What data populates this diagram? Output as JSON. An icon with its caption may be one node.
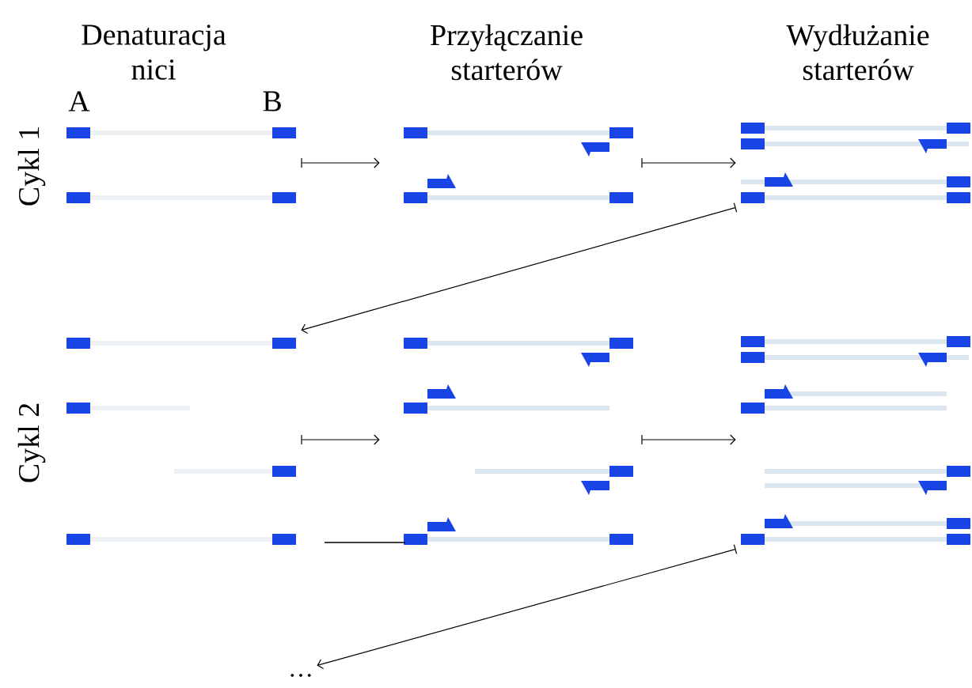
{
  "diagram": {
    "nodes": [
      {
        "text": [],
        "shape": "picture"
      },
      {
        "text": [],
        "shape": "picture"
      },
      {
        "text": [],
        "shape": "picture"
      },
      {
        "text": [],
        "shape": "picture"
      },
      {
        "text": [],
        "shape": "picture"
      },
      {
        "text": [],
        "shape": "picture"
      },
      {
        "text": [
          "…"
        ]
      }
    ],
    "edges": [
      {
        "from": 0,
        "to": 1,
        "arrow": "to"
      },
      {
        "from": 1,
        "to": 2,
        "arrow": "to"
      },
      {
        "from": 2,
        "to": 3,
        "arrow": "to"
      },
      {
        "from": 3,
        "to": 4,
        "arrow": "to"
      },
      {
        "from": 4,
        "to": 5,
        "arrow": "to"
      },
      {
        "from": 5,
        "to": 6,
        "arrow": "to"
      }
    ],
    "labels": [
      "Denaturacja nici",
      "Przyłączanie starterów",
      "Wydłużanie starterów",
      "A",
      "B",
      "Cykl 1",
      "Cykl 2"
    ]
  }
}
